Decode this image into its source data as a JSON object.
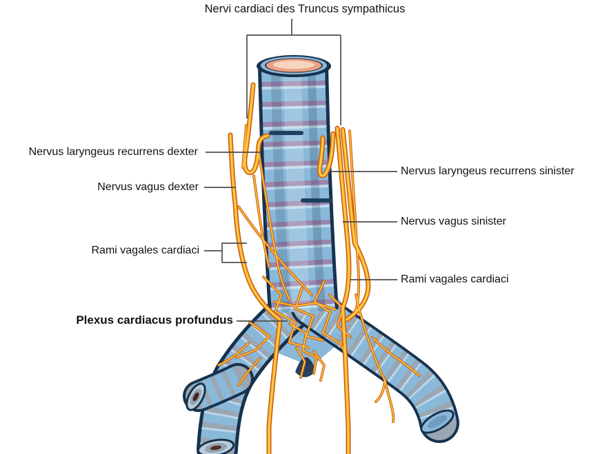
{
  "figure": {
    "title": "Nervi cardiaci des Truncus sympathicus",
    "labels_left": [
      {
        "text": "Nervus laryngeus recurrens dexter"
      },
      {
        "text": "Nervus vagus dexter"
      },
      {
        "text": "Rami vagales cardiaci"
      },
      {
        "text": "Plexus cardiacus profundus"
      }
    ],
    "labels_right": [
      {
        "text": "Nervus laryngeus recurrens sinister"
      },
      {
        "text": "Nervus vagus sinister"
      },
      {
        "text": "Rami vagales cardiaci"
      }
    ]
  },
  "colors": {
    "outline_navy": "#16324f",
    "cartilage_blue": "#8ab8d8",
    "ring_highlight": "#cfe6f4",
    "gap_trachea": "#9b86ad",
    "gap_bronchi": "#9aa6b2",
    "nerve_dark": "#c2590e",
    "nerve_main": "#f9a825",
    "nerve_light": "#ffd75e",
    "lumen_pink": "#e8a288",
    "lumen_pink_light": "#f8d5bd",
    "leader_gray": "#4d4d4d",
    "label_black": "#111111",
    "background": "#ffffff"
  }
}
